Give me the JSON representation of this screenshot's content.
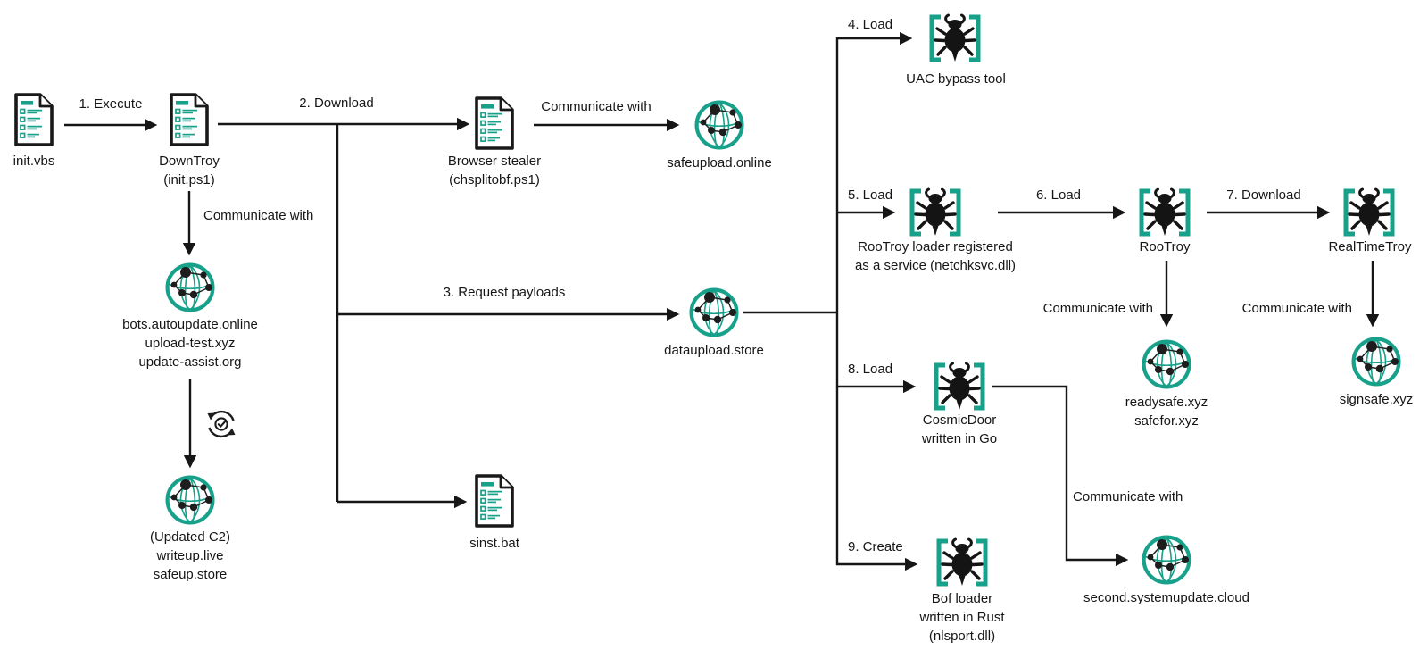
{
  "colors": {
    "teal": "#17a18a",
    "ink": "#161616"
  },
  "edges": {
    "execute": "1. Execute",
    "download": "2. Download",
    "request_payloads": "3. Request payloads",
    "load_4": "4. Load",
    "load_5": "5. Load",
    "load_6": "6. Load",
    "download_7": "7. Download",
    "load_8": "8. Load",
    "create_9": "9. Create",
    "communicate_with": "Communicate with"
  },
  "nodes": {
    "init_vbs": {
      "label": "init.vbs"
    },
    "downtroy": {
      "label": "DownTroy",
      "sublabel": "(init.ps1)"
    },
    "browser_stealer": {
      "label": "Browser stealer",
      "sublabel": "(chsplitobf.ps1)"
    },
    "safeupload": {
      "label": "safeupload.online"
    },
    "c2_domains": {
      "line1": "bots.autoupdate.online",
      "line2": "upload-test.xyz",
      "line3": "update-assist.org"
    },
    "updated_c2": {
      "line1": "(Updated C2)",
      "line2": "writeup.live",
      "line3": "safeup.store"
    },
    "dataupload": {
      "label": "dataupload.store"
    },
    "sinst_bat": {
      "label": "sinst.bat"
    },
    "uac_bypass": {
      "label": "UAC bypass tool"
    },
    "rootroy_loader": {
      "line1": "RooTroy loader registered",
      "line2": "as a service (netchksvc.dll)"
    },
    "rootroy": {
      "label": "RooTroy"
    },
    "realtimetroy": {
      "label": "RealTimeTroy"
    },
    "readysafe": {
      "line1": "readysafe.xyz",
      "line2": "safefor.xyz"
    },
    "signsafe": {
      "label": "signsafe.xyz"
    },
    "cosmicdoor": {
      "line1": "CosmicDoor",
      "line2": "written in Go"
    },
    "second_c2": {
      "label": "second.systemupdate.cloud"
    },
    "bof_loader": {
      "line1": "Bof loader",
      "line2": "written in Rust",
      "line3": "(nlsport.dll)"
    }
  }
}
